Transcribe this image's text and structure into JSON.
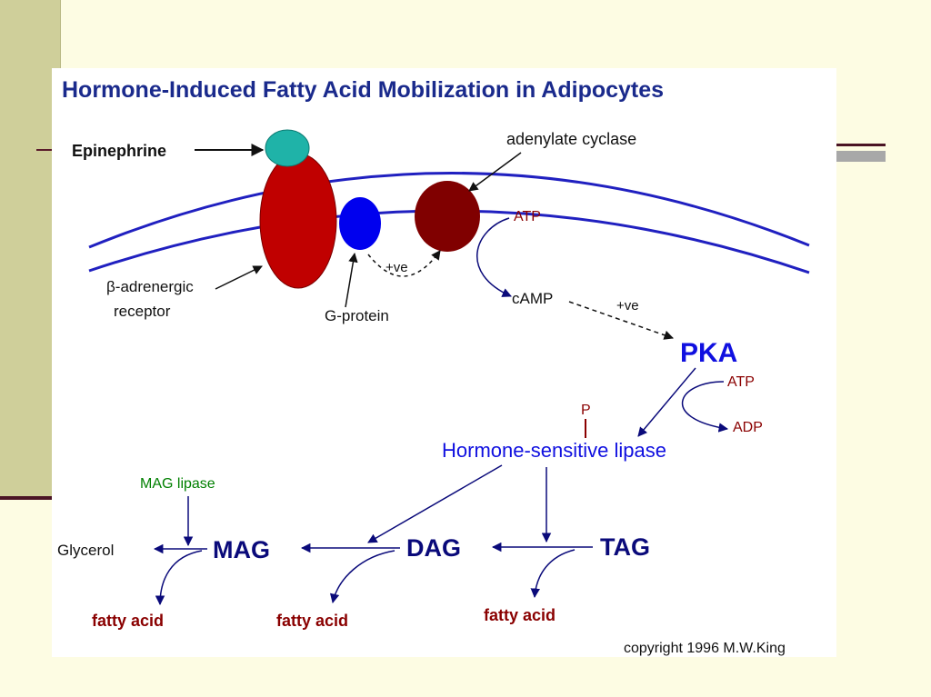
{
  "title": "Hormone-Induced Fatty Acid Mobilization in Adipocytes",
  "labels": {
    "epinephrine": "Epinephrine",
    "adenylate_cyclase": "adenylate cyclase",
    "atp_top": "ATP",
    "receptor_line1": "β-adrenergic",
    "receptor_line2": "receptor",
    "g_protein": "G-protein",
    "ve1": "+ve",
    "camp": "cAMP",
    "ve2": "+ve",
    "pka": "PKA",
    "atp_pka": "ATP",
    "adp": "ADP",
    "p": "P",
    "hsl": "Hormone-sensitive lipase",
    "mag_lipase": "MAG lipase",
    "glycerol": "Glycerol",
    "mag": "MAG",
    "dag": "DAG",
    "tag": "TAG",
    "fatty_acid_1": "fatty acid",
    "fatty_acid_2": "fatty acid",
    "fatty_acid_3": "fatty acid",
    "copyright": "copyright 1996 M.W.King"
  },
  "colors": {
    "title": "#1a2a8c",
    "dark_blue": "#0a0a7a",
    "bright_blue": "#1010e0",
    "dark_red": "#8a0000",
    "green": "#008000",
    "membrane": "#2020c0",
    "receptor_fill": "#c00000",
    "epinephrine_fill": "#1fb3a8",
    "gprotein_fill": "#0000ee",
    "cyclase_fill": "#800000",
    "black": "#111111"
  }
}
